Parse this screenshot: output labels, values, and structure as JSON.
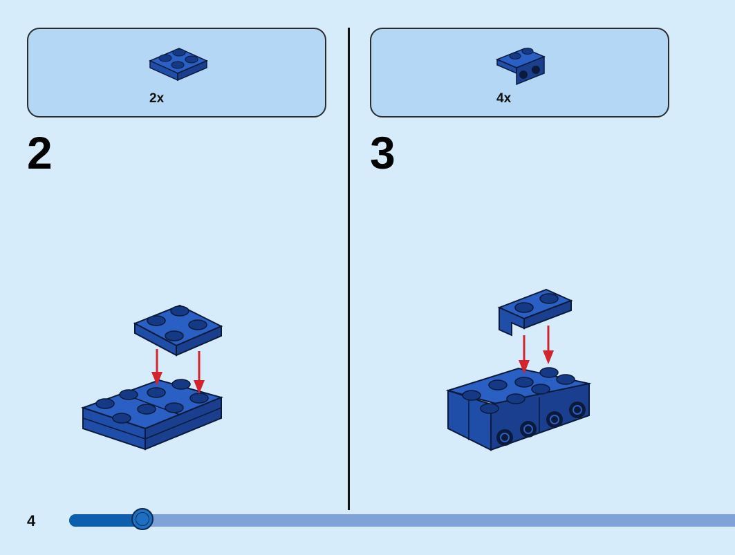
{
  "steps": [
    {
      "number": "2",
      "parts": [
        {
          "quantity": "2x",
          "icon": "brick-plate-2x2-icon"
        }
      ]
    },
    {
      "number": "3",
      "parts": [
        {
          "quantity": "4x",
          "icon": "brick-bracket-1x2-icon"
        }
      ]
    }
  ],
  "page": {
    "number": "4"
  },
  "progress": {
    "fraction": 0.11
  },
  "colors": {
    "brick": "#2a5fc4",
    "brick_dark": "#1a3f8f",
    "arrow": "#d3242d",
    "background": "#d6ecfb",
    "parts_box": "#b3d7f4"
  }
}
